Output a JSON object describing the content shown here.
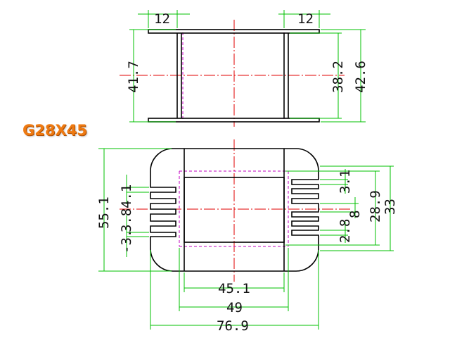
{
  "part_name": "G28X45",
  "colors": {
    "outline": "#000000",
    "dimension": "#00c000",
    "centerline": "#e00000",
    "hidden": "#c000c0",
    "title": "#ee7a12"
  },
  "dimensions": {
    "top_flange_left": "12",
    "top_flange_right": "12",
    "side_height_left": "41.7",
    "inner_height_right": "38.2",
    "outer_height_right": "42.6",
    "total_height_left": "55.1",
    "slot_upper_left": "4.1",
    "slot_lower_left": "3.8",
    "slot_upper_right": "3.1",
    "slot_middle_right": "8",
    "slot_lower_right": "2.8",
    "height_28_9": "28.9",
    "height_33": "33",
    "width_45_1": "45.1",
    "width_49": "49",
    "width_76_9": "76.9"
  }
}
